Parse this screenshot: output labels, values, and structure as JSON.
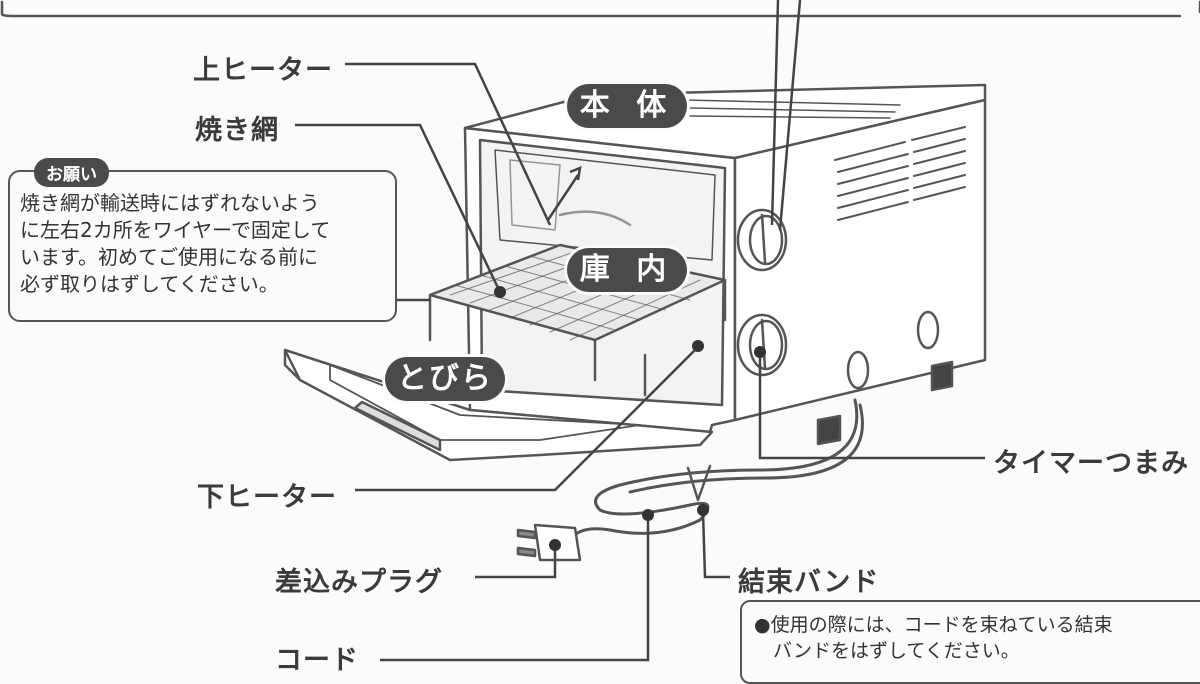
{
  "labels": {
    "upper_heater": "上ヒーター",
    "grill_rack": "焼き網",
    "body": "本 体",
    "interior": "庫 内",
    "door": "とびら",
    "lower_heater": "下ヒーター",
    "timer_knob": "タイマーつまみ",
    "plug": "差込みプラグ",
    "binding_band": "結束バンド",
    "cord": "コード"
  },
  "note": {
    "tag": "お願い",
    "lines": [
      "焼き網が輸送時にはずれないよう",
      "に左右2カ所をワイヤーで固定して",
      "います。初めてご使用になる前に",
      "必ず取りはずしてください。"
    ]
  },
  "caution": {
    "lines": [
      "●使用の際には、コードを束ねている結束",
      "　バンドをはずしてください。"
    ]
  }
}
